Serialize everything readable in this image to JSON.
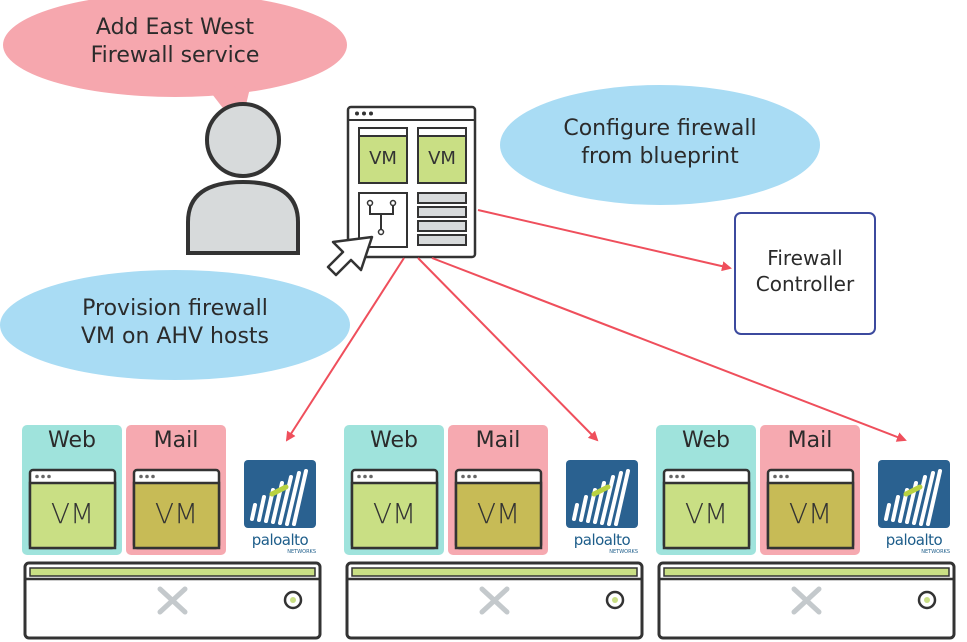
{
  "bubbles": {
    "add_service": [
      "Add East West",
      "Firewall service"
    ],
    "configure": [
      "Configure firewall",
      "from blueprint"
    ],
    "provision": [
      "Provision firewall",
      "VM on AHV hosts"
    ]
  },
  "controller": [
    "Firewall",
    "Controller"
  ],
  "blueprint": {
    "vm_labels": [
      "VM",
      "VM"
    ]
  },
  "hosts": [
    {
      "web_label": "Web",
      "mail_label": "Mail",
      "vm_label": "VM",
      "brand": "paloalto",
      "brand_sub": "NETWORKS"
    },
    {
      "web_label": "Web",
      "mail_label": "Mail",
      "vm_label": "VM",
      "brand": "paloalto",
      "brand_sub": "NETWORKS"
    },
    {
      "web_label": "Web",
      "mail_label": "Mail",
      "vm_label": "VM",
      "brand": "paloalto",
      "brand_sub": "NETWORKS"
    }
  ],
  "colors": {
    "pink_bubble": "#f6a7ae",
    "blue_bubble": "#a9dcf4",
    "arrow": "#ef4f5c",
    "web_bg": "#9fe3dc",
    "mail_bg": "#f6a9b0",
    "vm_green": "#c9df84",
    "vm_olive": "#c7bb56",
    "controller_border": "#3c4a9e",
    "palo_blue": "#2a6190"
  }
}
